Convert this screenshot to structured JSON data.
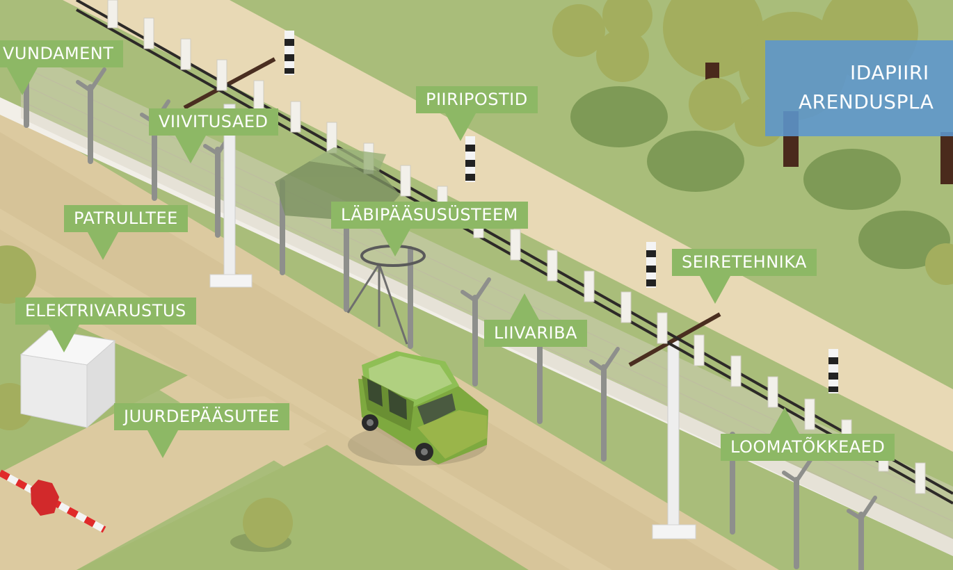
{
  "labels": {
    "vundament": "VUNDAMENT",
    "viivitusaed": "VIIVITUSAED",
    "piiripostid": "PIIRIPOSTID",
    "patrulltee": "PATRULLTEE",
    "labipaasususteem": "LÄBIPÄÄSUSÜSTEEM",
    "seiretehnika": "SEIRETEHNIKA",
    "elektrivarustus": "ELEKTRIVARUSTUS",
    "liivariba": "LIIVARIBA",
    "juurdepaasutee": "JUURDEPÄÄSUTEE",
    "loomatokkeaed": "LOOMATÕKKEAED"
  },
  "info_box": {
    "line1": "IDAPIIRI",
    "line2": "ARENDUSPLA"
  },
  "colors": {
    "grass": "#a9bd7a",
    "sand": "#e8d9b5",
    "road": "#d9c7a0",
    "label_bg": "#8db865",
    "info_bg": "#5c96ce",
    "car": "#7ea93f"
  }
}
